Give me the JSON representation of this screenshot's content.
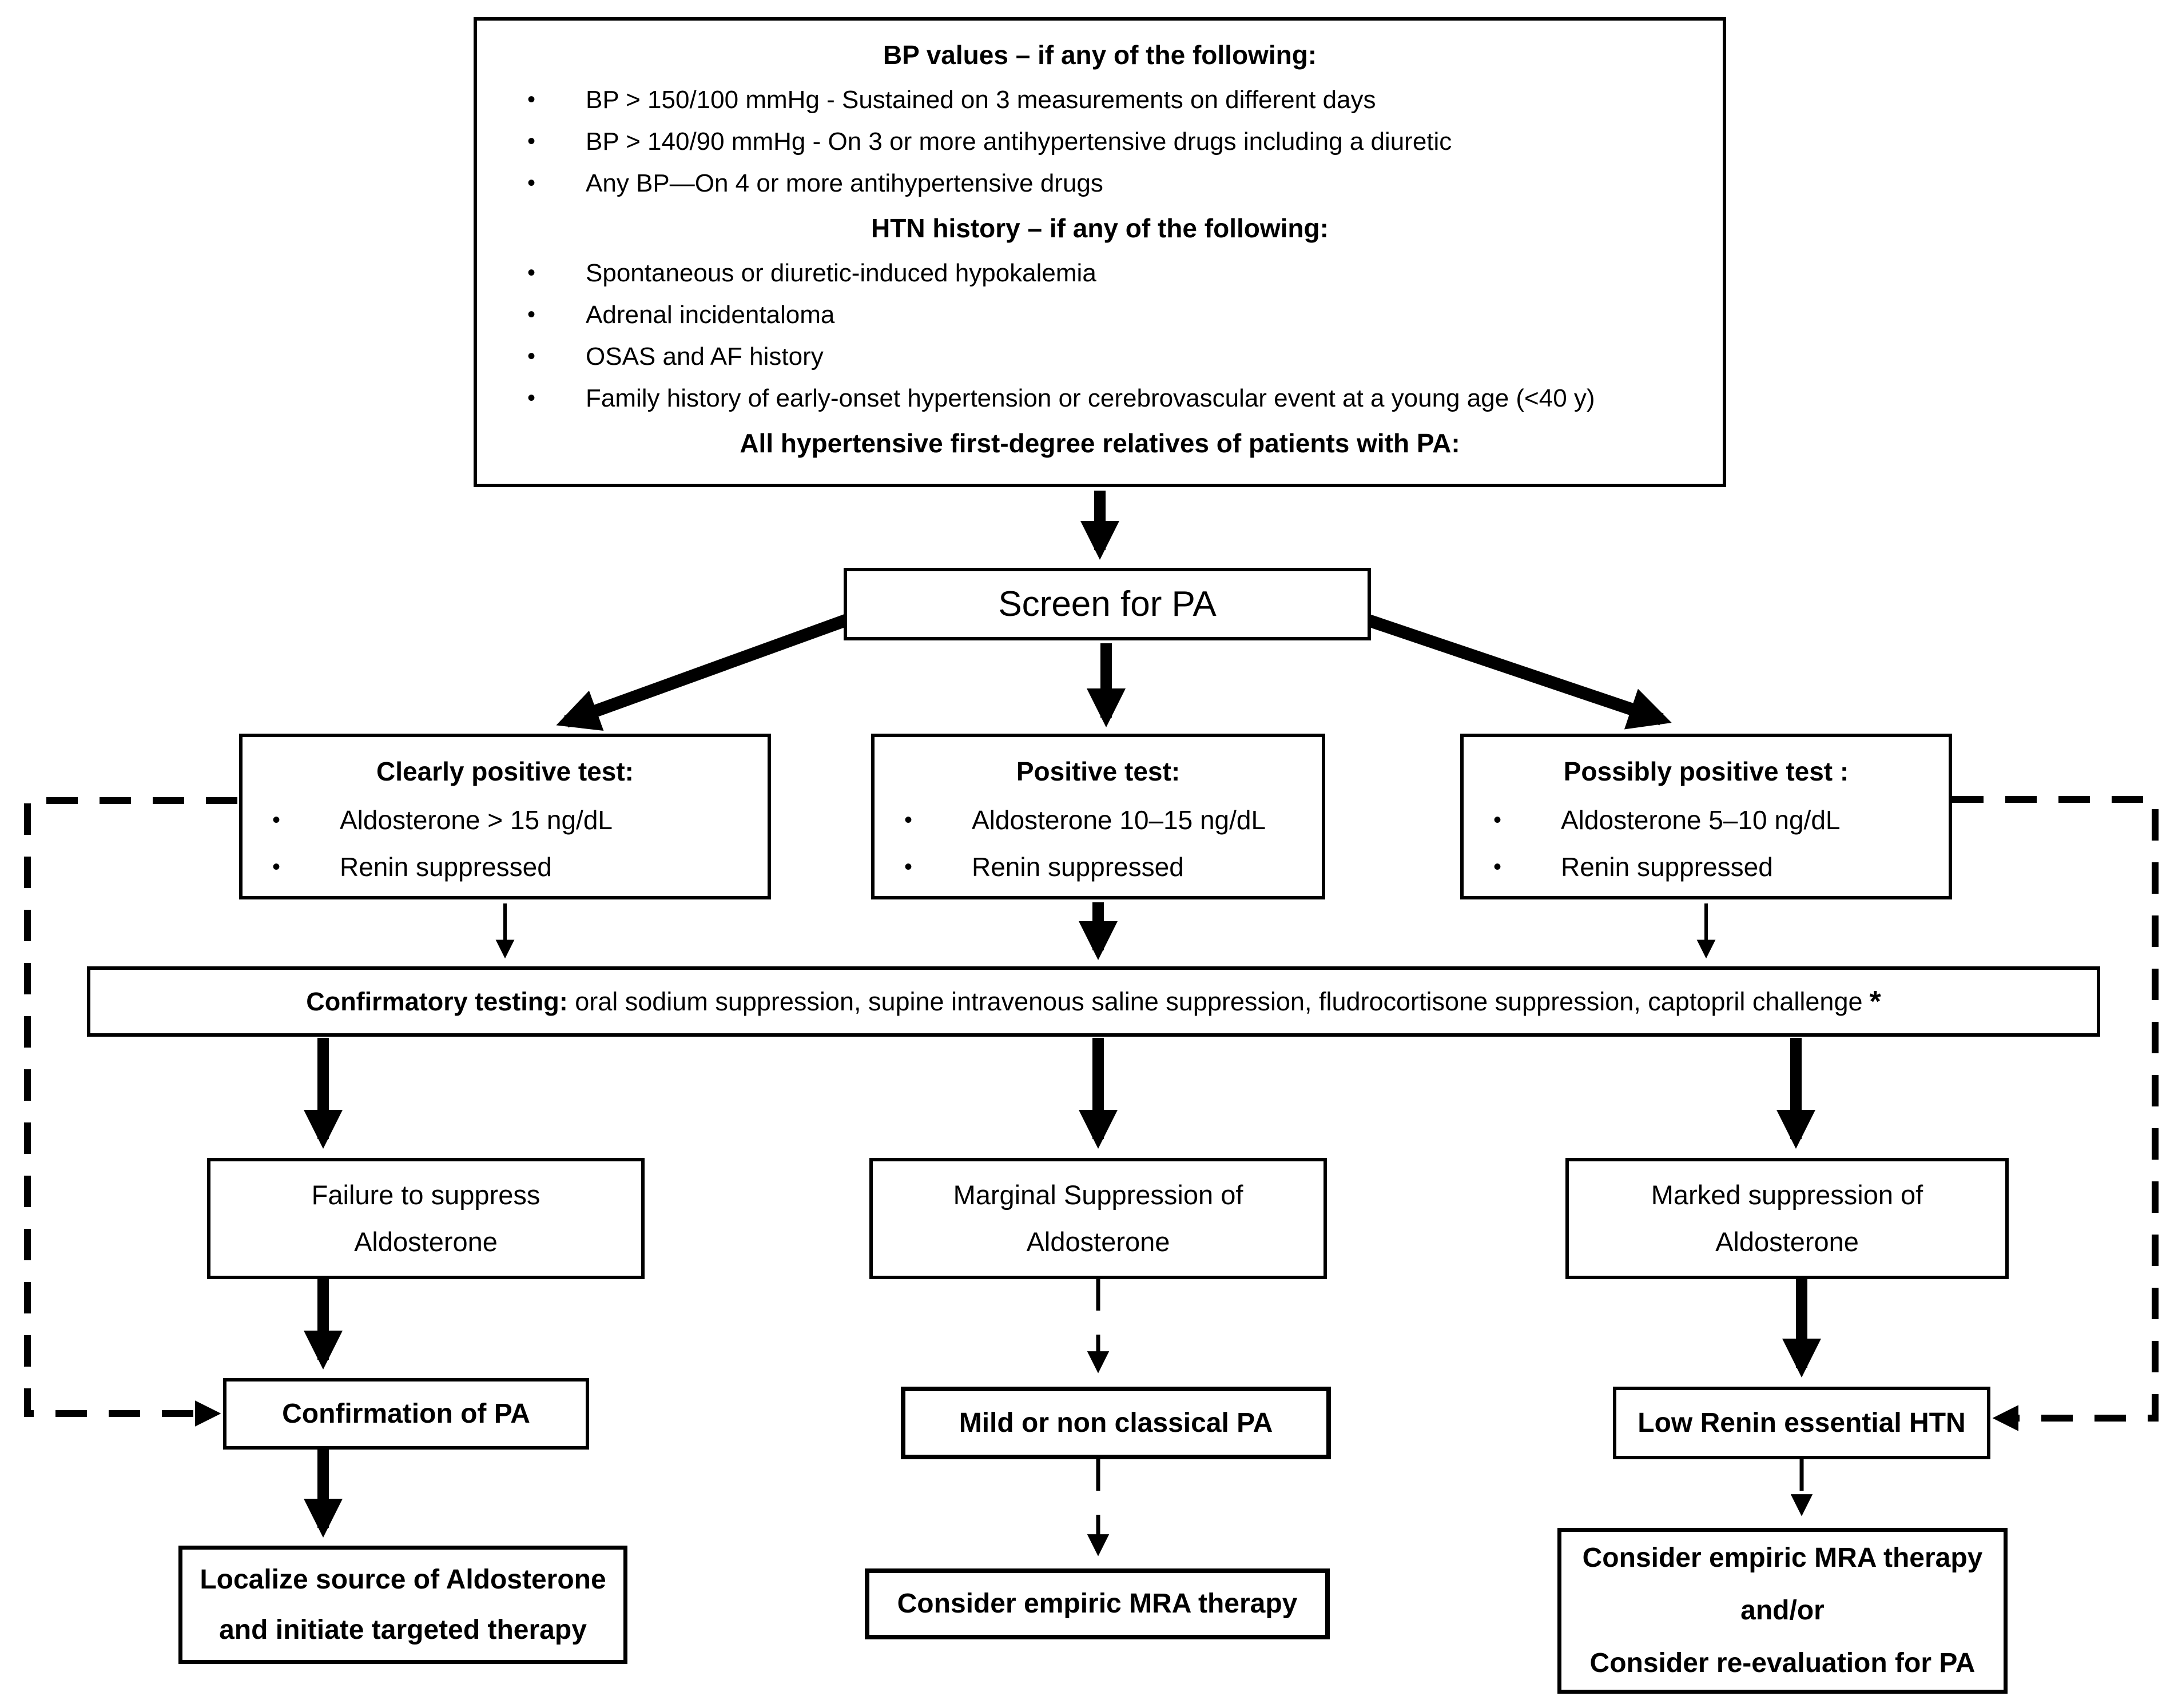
{
  "page": {
    "background": "#ffffff",
    "ink": "#000000"
  },
  "flowchart": {
    "criteria": {
      "bp_header": "BP values – if any of the following:",
      "bp_items": [
        "BP > 150/100 mmHg - Sustained on 3 measurements on different days",
        "BP > 140/90 mmHg - On 3 or more antihypertensive drugs including a diuretic",
        "Any BP—On 4 or more antihypertensive drugs"
      ],
      "htn_header": "HTN history – if any of the following:",
      "htn_items": [
        "Spontaneous or diuretic-induced hypokalemia",
        "Adrenal incidentaloma",
        "OSAS and AF history",
        "Family history of early-onset hypertension or cerebrovascular event at a young age (<40 y)"
      ],
      "footer": "All hypertensive first-degree relatives of patients with PA:"
    },
    "screen": {
      "label": "Screen for PA"
    },
    "tests": [
      {
        "title": "Clearly positive test:",
        "items": [
          "Aldosterone > 15 ng/dL",
          "Renin suppressed"
        ]
      },
      {
        "title": "Positive test:",
        "items": [
          "Aldosterone 10–15 ng/dL",
          "Renin suppressed"
        ]
      },
      {
        "title": "Possibly positive test :",
        "items": [
          "Aldosterone 5–10 ng/dL",
          "Renin suppressed"
        ]
      }
    ],
    "confirmatory": {
      "lead": "Confirmatory testing:",
      "rest": " oral sodium suppression, supine intravenous saline suppression, fludrocortisone suppression, captopril challenge",
      "asterisk": "*"
    },
    "results": [
      {
        "lines": [
          "Failure to suppress",
          "Aldosterone"
        ]
      },
      {
        "lines": [
          "Marginal Suppression of",
          "Aldosterone"
        ]
      },
      {
        "lines": [
          "Marked suppression of",
          "Aldosterone"
        ]
      }
    ],
    "diagnoses": [
      {
        "label": "Confirmation of PA"
      },
      {
        "label": "Mild or non classical PA"
      },
      {
        "label": "Low Renin essential HTN"
      }
    ],
    "actions": [
      {
        "lines": [
          "Localize source of Aldosterone",
          "and initiate targeted therapy"
        ]
      },
      {
        "lines": [
          "Consider empiric MRA therapy"
        ]
      },
      {
        "lines": [
          "Consider empiric MRA therapy",
          "and/or",
          "Consider re-evaluation for PA"
        ]
      }
    ]
  }
}
